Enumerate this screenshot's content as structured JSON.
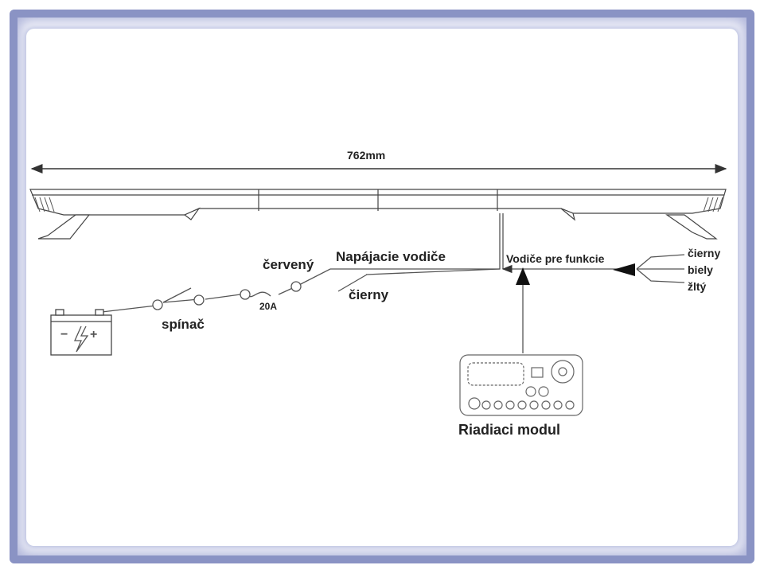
{
  "dimension": {
    "length_label": "762mm"
  },
  "power": {
    "title": "Napájacie vodiče",
    "red_label": "červený",
    "black_label": "čierny",
    "fuse_label": "20A",
    "switch_label": "spínač"
  },
  "function_wires": {
    "title": "Vodiče pre funkcie",
    "wires": [
      "čierny",
      "biely",
      "žltý"
    ]
  },
  "control_module": {
    "label": "Riadiaci modul"
  },
  "battery": {
    "symbol_minus": "−",
    "symbol_plus": "+"
  },
  "colors": {
    "border": "#8a93c4",
    "line": "#444444",
    "text": "#222222"
  }
}
